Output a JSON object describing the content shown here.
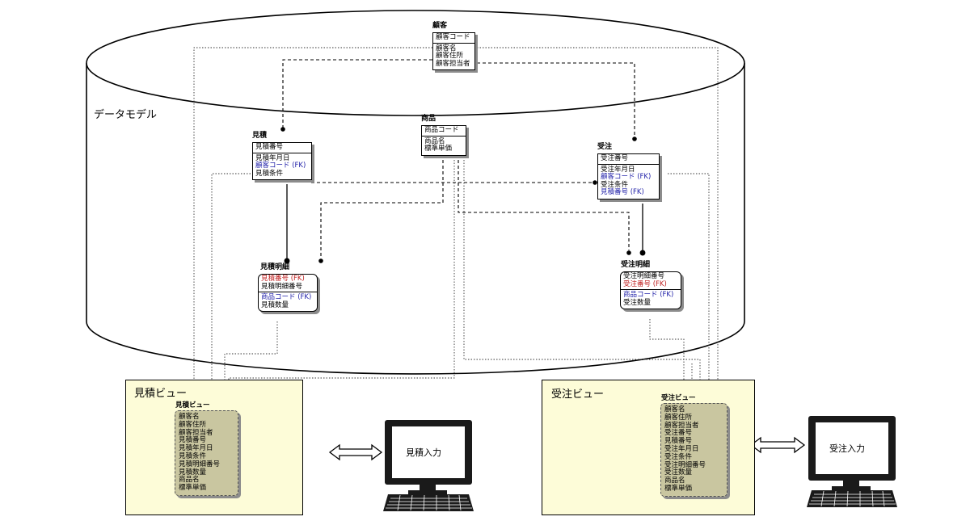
{
  "datamodel": {
    "label": "データモデル"
  },
  "entities": {
    "customer": {
      "title": "顧客",
      "pk": [
        "顧客コード"
      ],
      "attributes": [
        {
          "text": "顧客名",
          "kind": "plain"
        },
        {
          "text": "顧客住所",
          "kind": "plain"
        },
        {
          "text": "顧客担当者",
          "kind": "plain"
        }
      ]
    },
    "estimate": {
      "title": "見積",
      "pk": [
        "見積番号"
      ],
      "attributes": [
        {
          "text": "見積年月日",
          "kind": "plain"
        },
        {
          "text": "顧客コード",
          "fk": " (FK)",
          "kind": "fk"
        },
        {
          "text": "見積条件",
          "kind": "plain"
        }
      ]
    },
    "product": {
      "title": "商品",
      "pk": [
        "商品コード"
      ],
      "attributes": [
        {
          "text": "商品名",
          "kind": "plain"
        },
        {
          "text": "標準単価",
          "kind": "plain"
        }
      ]
    },
    "order": {
      "title": "受注",
      "pk": [
        "受注番号"
      ],
      "attributes": [
        {
          "text": "受注年月日",
          "kind": "plain"
        },
        {
          "text": "顧客コード",
          "fk": " (FK)",
          "kind": "fk"
        },
        {
          "text": "受注条件",
          "kind": "plain"
        },
        {
          "text": "見積番号",
          "fk": " (FK)",
          "kind": "fk"
        }
      ]
    },
    "estimate_detail": {
      "title": "見積明細",
      "pk": [
        {
          "text": "見積番号",
          "fk": " (FK)",
          "kind": "fk-pk"
        },
        {
          "text": "見積明細番号",
          "kind": "plain"
        }
      ],
      "attributes": [
        {
          "text": "商品コード",
          "fk": " (FK)",
          "kind": "fk"
        },
        {
          "text": "見積数量",
          "kind": "plain"
        }
      ]
    },
    "order_detail": {
      "title": "受注明細",
      "pk": [
        {
          "text": "受注明細番号",
          "kind": "plain"
        },
        {
          "text": "受注番号",
          "fk": " (FK)",
          "kind": "fk-pk"
        }
      ],
      "attributes": [
        {
          "text": "商品コード",
          "fk": " (FK)",
          "kind": "fk"
        },
        {
          "text": "受注数量",
          "kind": "plain"
        }
      ]
    }
  },
  "views": {
    "estimate_view": {
      "title": "見積ビュー",
      "box_title": "見積ビュー",
      "items": [
        "顧客名",
        "顧客住所",
        "顧客担当者",
        "見積番号",
        "見積年月日",
        "見積条件",
        "見積明細番号",
        "見積数量",
        "商品名",
        "標準単価"
      ]
    },
    "order_view": {
      "title": "受注ビュー",
      "box_title": "受注ビュー",
      "items": [
        "顧客名",
        "顧客住所",
        "顧客担当者",
        "受注番号",
        "見積番号",
        "受注年月日",
        "受注条件",
        "受注明細番号",
        "受注数量",
        "商品名",
        "標準単価"
      ]
    }
  },
  "terminals": {
    "estimate_input": {
      "label": "見積入力"
    },
    "order_input": {
      "label": "受注入力"
    }
  },
  "colors": {
    "fk_blue": "#1f1fa8",
    "fk_red": "#c02020",
    "view_panel": "#fdfcd8",
    "view_box": "#c9c6a0",
    "shadow": "#8c8c8c"
  }
}
